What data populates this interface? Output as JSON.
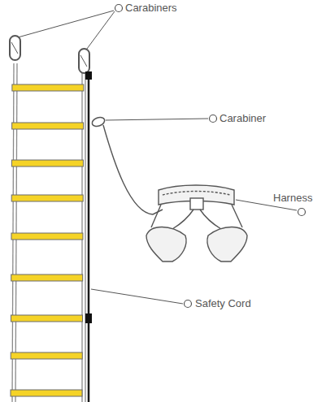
{
  "diagram": {
    "labels": [
      "Carabiners",
      "Carabiner",
      "Harness",
      "Safety Cord"
    ]
  }
}
